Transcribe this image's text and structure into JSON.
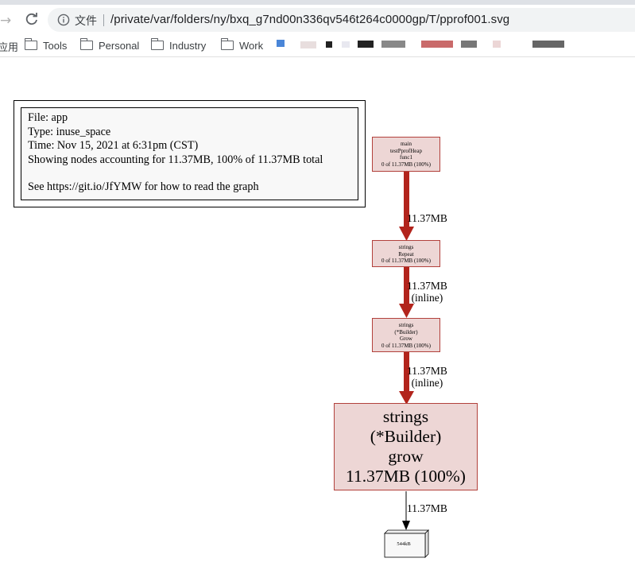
{
  "browser": {
    "address_bar": {
      "scheme_label": "文件",
      "url": "/private/var/folders/ny/bxq_g7nd00n336qv546t264c0000gp/T/pprof001.svg"
    },
    "bookmarks_bar": {
      "apps_label": "应用",
      "items": [
        {
          "label": "Tools",
          "icon": "folder-icon"
        },
        {
          "label": "Personal",
          "icon": "folder-icon"
        },
        {
          "label": "Industry",
          "icon": "folder-icon"
        },
        {
          "label": "Work",
          "icon": "folder-icon"
        }
      ]
    }
  },
  "graph": {
    "legend": {
      "lines": [
        "File: app",
        "Type: inuse_space",
        "Time: Nov 15, 2021 at 6:31pm (CST)",
        "Showing nodes accounting for 11.37MB, 100% of 11.37MB total",
        "See https://git.io/JfYMW for how to read the graph"
      ]
    },
    "nodes": [
      {
        "id": "main-func1",
        "lines": [
          "main",
          "testPprofHeap",
          "func1",
          "0 of 11.37MB (100%)"
        ]
      },
      {
        "id": "strings-repeat",
        "lines": [
          "strings",
          "Repeat",
          "0 of 11.37MB (100%)"
        ]
      },
      {
        "id": "builder-Grow",
        "lines": [
          "strings",
          "(*Builder)",
          "Grow",
          "0 of 11.37MB (100%)"
        ]
      },
      {
        "id": "builder-grow",
        "lines": [
          "strings",
          "(*Builder)",
          "grow",
          "11.37MB (100%)"
        ]
      }
    ],
    "edges": [
      {
        "from": "main-func1",
        "to": "strings-repeat",
        "label": "11.37MB",
        "inline": ""
      },
      {
        "from": "strings-repeat",
        "to": "builder-Grow",
        "label": "11.37MB",
        "inline": "(inline)"
      },
      {
        "from": "builder-Grow",
        "to": "builder-grow",
        "label": "11.37MB",
        "inline": "(inline)"
      },
      {
        "from": "builder-grow",
        "to": "alloc-544kB",
        "label": "11.37MB",
        "inline": ""
      }
    ],
    "leaf": {
      "id": "alloc-544kB",
      "label": "544kB"
    },
    "colors": {
      "node_fill": "#edd6d5",
      "node_border": "#b2413c",
      "hot_edge": "#b2241c",
      "cold_edge": "#000000"
    }
  }
}
